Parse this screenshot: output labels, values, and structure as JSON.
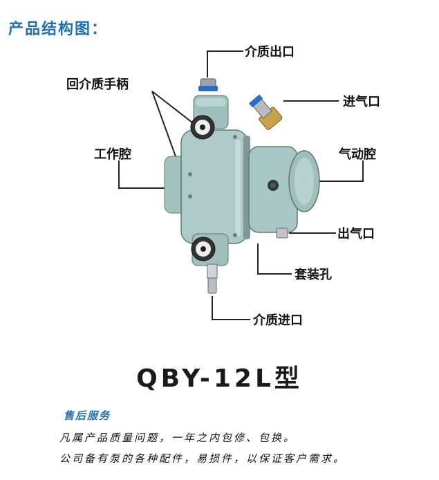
{
  "header": {
    "title": "产品结构图："
  },
  "labels": {
    "outlet_medium": "介质出口",
    "return_handle": "回介质手柄",
    "air_inlet": "进气口",
    "work_chamber": "工作腔",
    "air_chamber": "气动腔",
    "air_outlet": "出气口",
    "mount_hole": "套装孔",
    "inlet_medium": "介质进口"
  },
  "model": {
    "name": "QBY-12L型"
  },
  "service": {
    "title": "售后服务",
    "line1": "凡属产品质量问题，一年之内包修、包换。",
    "line2": "公司备有泵的各种配件，易损件，以保证客户需求。"
  },
  "colors": {
    "title_blue": "#1f6fb5",
    "pump_body": "#a9c8c6",
    "pump_dark": "#6f8f8d"
  }
}
